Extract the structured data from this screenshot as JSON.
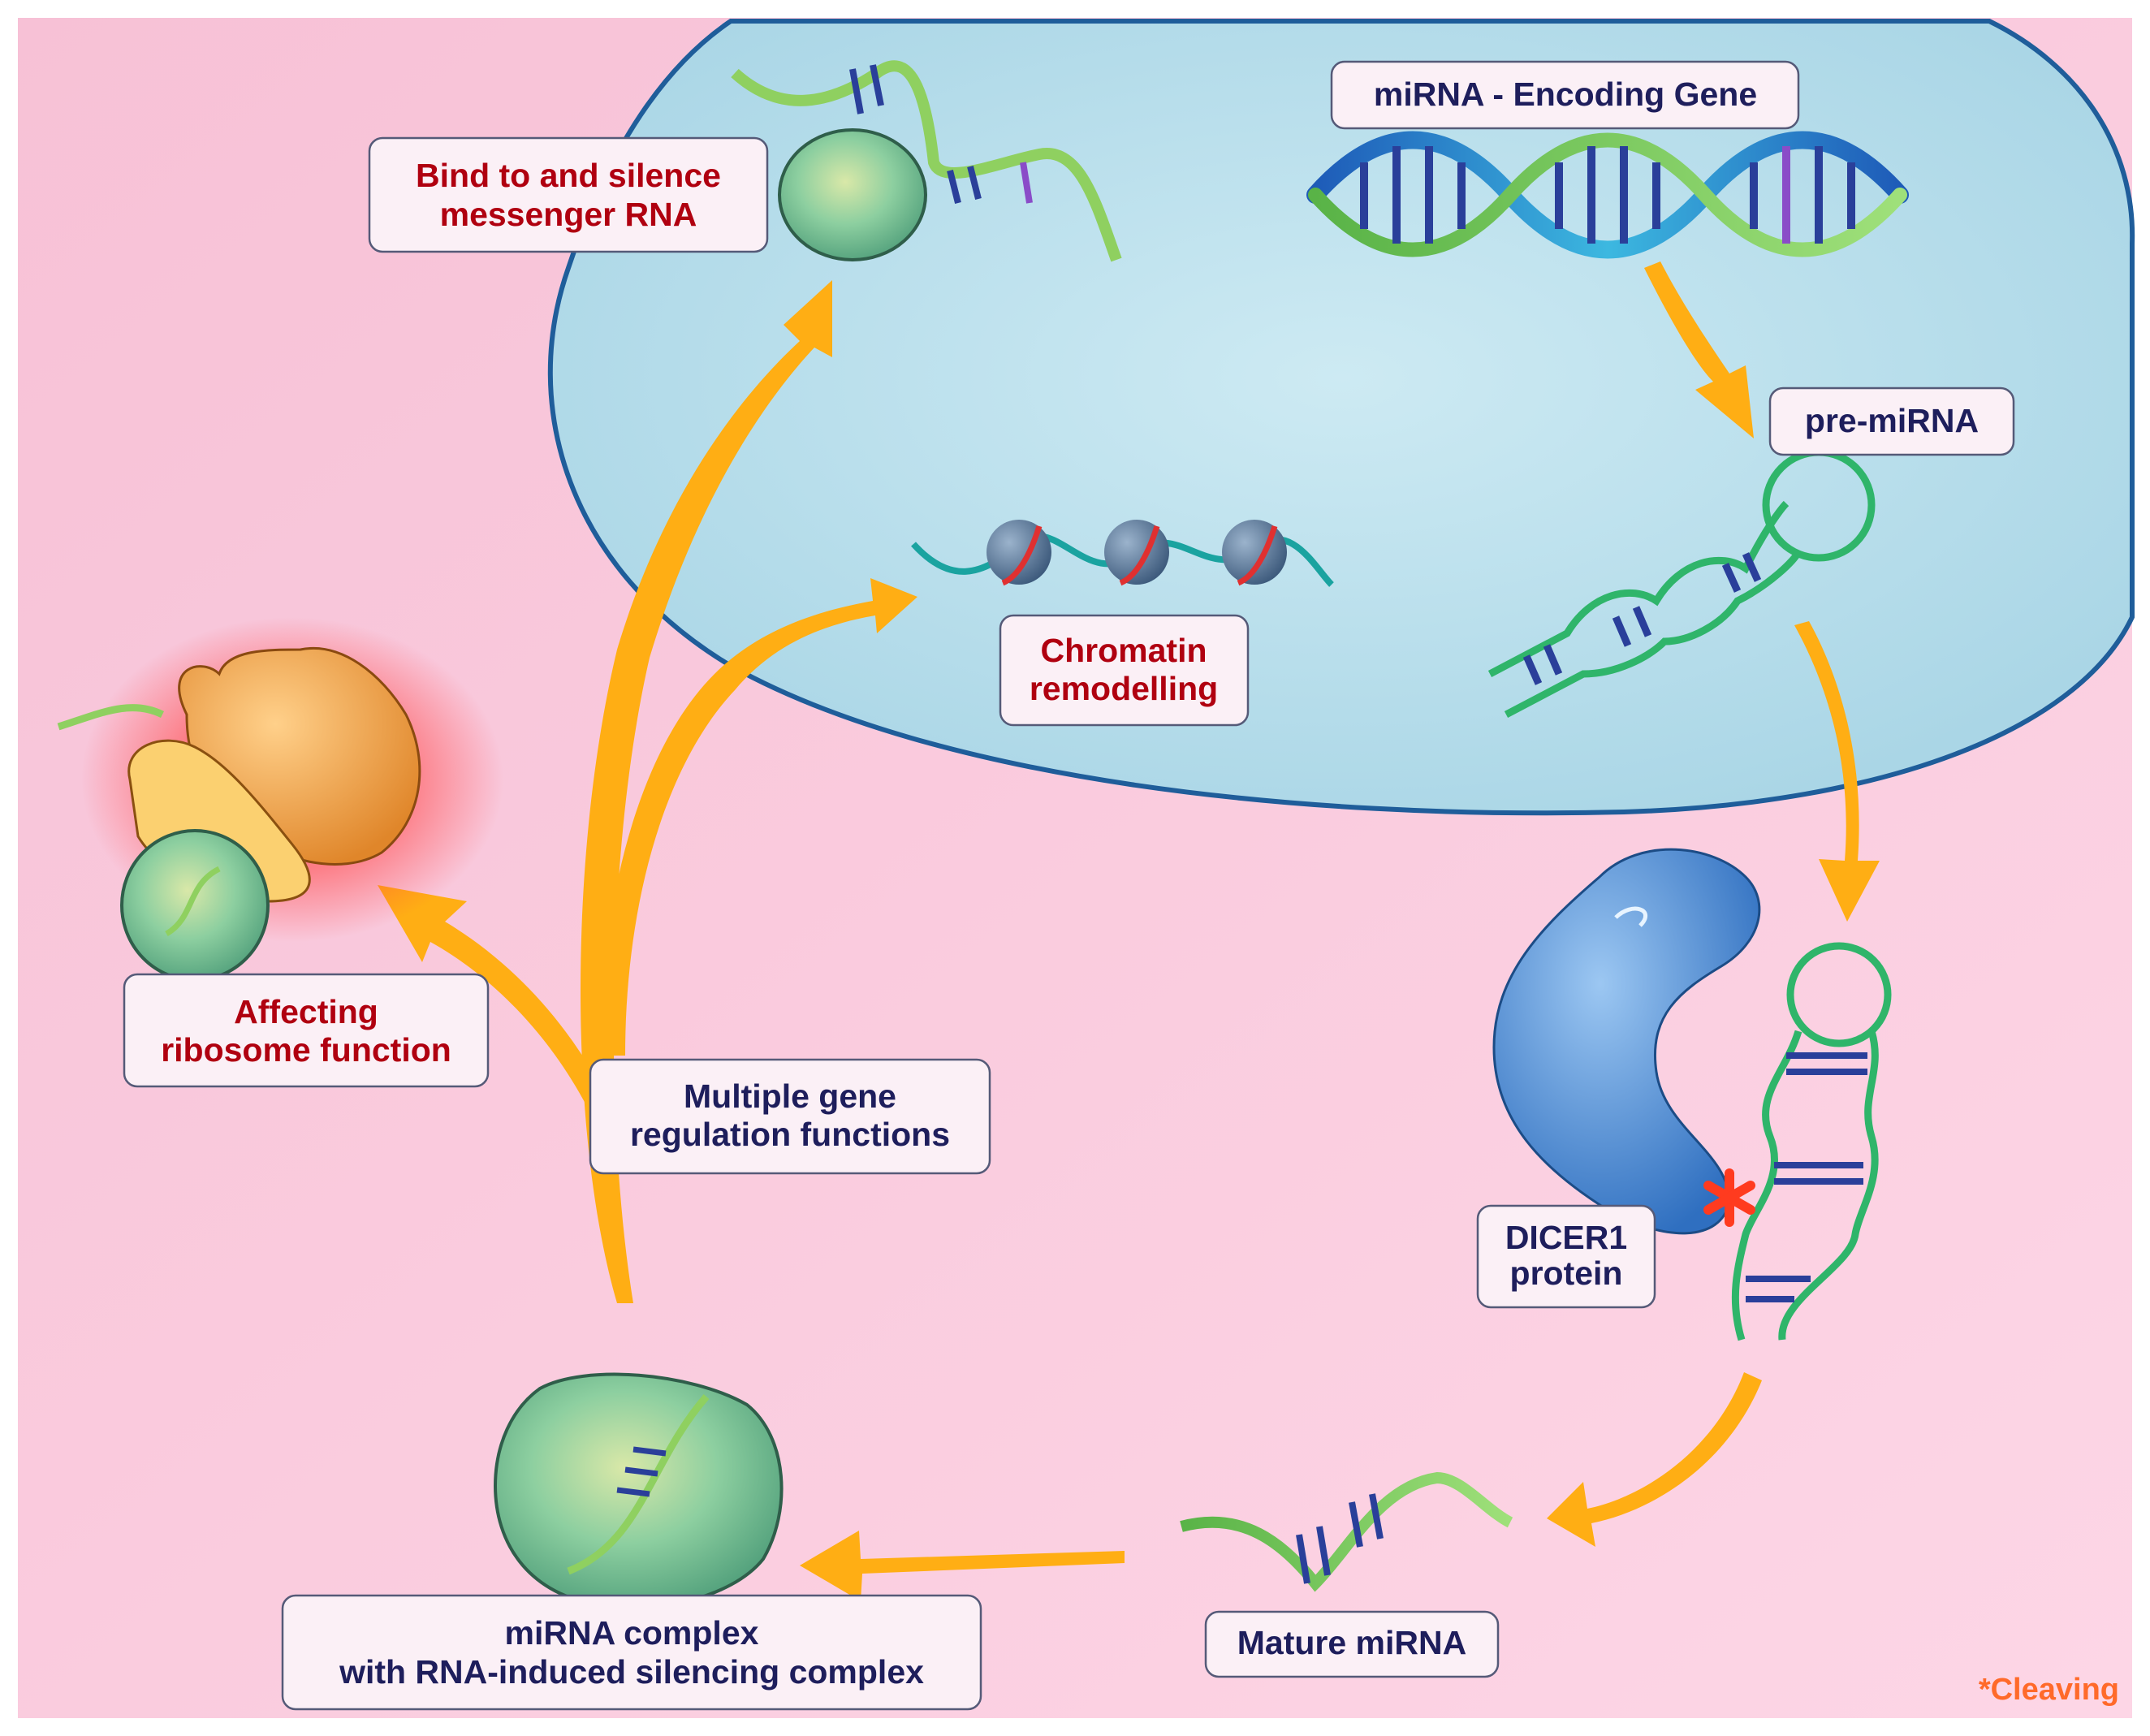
{
  "labels": {
    "bind_line1": "Bind to and silence",
    "bind_line2": "messenger RNA",
    "encoding_gene": "miRNA - Encoding Gene",
    "pre_mirna": "pre-miRNA",
    "chromatin_line1": "Chromatin",
    "chromatin_line2": "remodelling",
    "affecting_line1": "Affecting",
    "affecting_line2": "ribosome function",
    "multiple_line1": "Multiple gene",
    "multiple_line2": "regulation functions",
    "dicer_line1": "DICER1",
    "dicer_line2": "protein",
    "mature": "Mature miRNA",
    "complex_line1": "miRNA complex",
    "complex_line2": "with RNA-induced silencing complex",
    "cleaving": "*Cleaving"
  },
  "colors": {
    "background": "#fbcfe0",
    "nucleus": "#c0e3ee",
    "nucleus_edge": "#1f5d9a",
    "arrow": "#ffae14",
    "label_red": "#b00010",
    "label_navy": "#1e1e5c",
    "cleave_mark": "#ff3b1f",
    "hairpin": "#2fb56a",
    "dicer": "#4f8fd6",
    "risc": "#7ccaa0",
    "ribosome": "#f2a244"
  },
  "icons": [
    "dna-helix-icon",
    "hairpin-rna-icon",
    "nucleosome-icon",
    "dicer-protein-icon",
    "risc-complex-icon",
    "ribosome-icon",
    "cleave-star-icon"
  ]
}
